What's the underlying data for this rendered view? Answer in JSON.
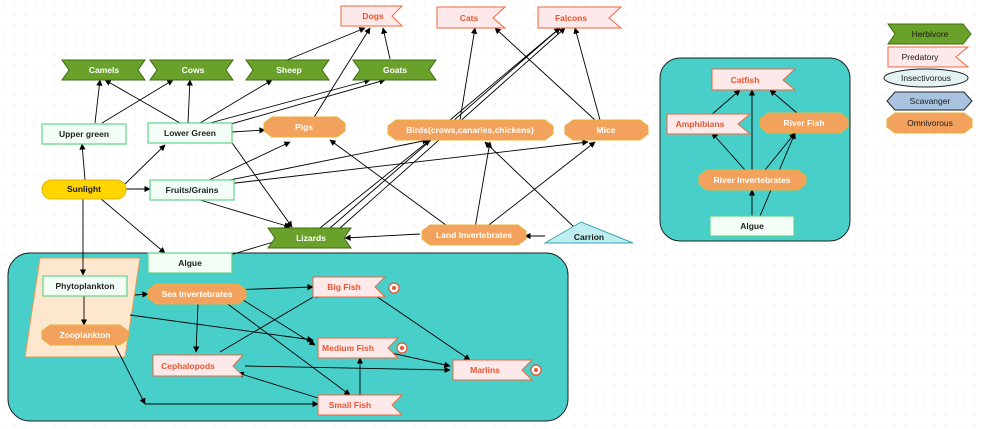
{
  "colors": {
    "herbivore": "#6aa12a",
    "predatory_fill": "#fde9ea",
    "predatory_stroke": "#f0673d",
    "omnivorous": "#f2a25c",
    "producer_stroke": "#5fd38a",
    "producer_fill": "#f3fff6",
    "teal": "#48cfc9",
    "sunlight": "#ffd500",
    "scavenger": "#a8c4e0",
    "insectivorous": "#e6f3f5"
  },
  "legend": {
    "herbivore": "Herbivore",
    "predatory": "Predatory",
    "insectivorous": "Insectivorous",
    "scavenger": "Scavanger",
    "omnivorous": "Omnivorous"
  },
  "nodes": {
    "dogs": "Dogs",
    "cats": "Cats",
    "falcons": "Falcons",
    "camels": "Camels",
    "cows": "Cows",
    "sheep": "Sheep",
    "goats": "Goats",
    "upper_green": "Upper green",
    "lower_green": "Lower Green",
    "pigs": "Pigs",
    "birds": "Birds(crows,canaries,chickens)",
    "mice": "Mice",
    "sunlight": "Sunlight",
    "fruits_grains": "Fruits/Grains",
    "lizards": "Lizards",
    "land_invertebrates": "Land Invertebrates",
    "carrion": "Carrion",
    "algue_land": "Algue",
    "phytoplankton": "Phytoplankton",
    "zooplankton": "Zooplankton",
    "sea_invertebrates": "Sea Invertebrates",
    "big_fish": "Big Fish",
    "medium_fish": "Medium Fish",
    "cephalopods": "Cephalopods",
    "marlins": "Marlins",
    "small_fish": "Small Fish",
    "catfish": "Catfish",
    "amphibians": "Amphibians",
    "river_fish": "River Fish",
    "river_invertebrates": "River Invertebrates",
    "algue_river": "Algue"
  }
}
